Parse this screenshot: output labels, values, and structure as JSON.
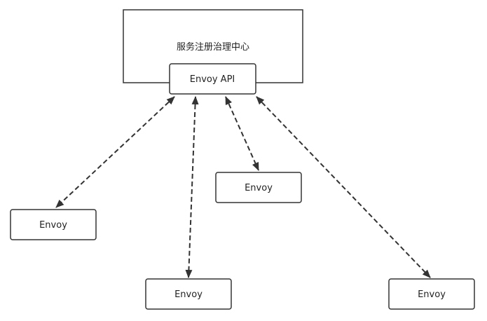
{
  "diagram": {
    "registry": {
      "label": "服务注册治理中心"
    },
    "api": {
      "label": "Envoy API"
    },
    "envoys": [
      {
        "label": "Envoy"
      },
      {
        "label": "Envoy"
      },
      {
        "label": "Envoy"
      },
      {
        "label": "Envoy"
      }
    ]
  },
  "colors": {
    "stroke": "#333333",
    "text": "#222222",
    "background": "#ffffff"
  }
}
